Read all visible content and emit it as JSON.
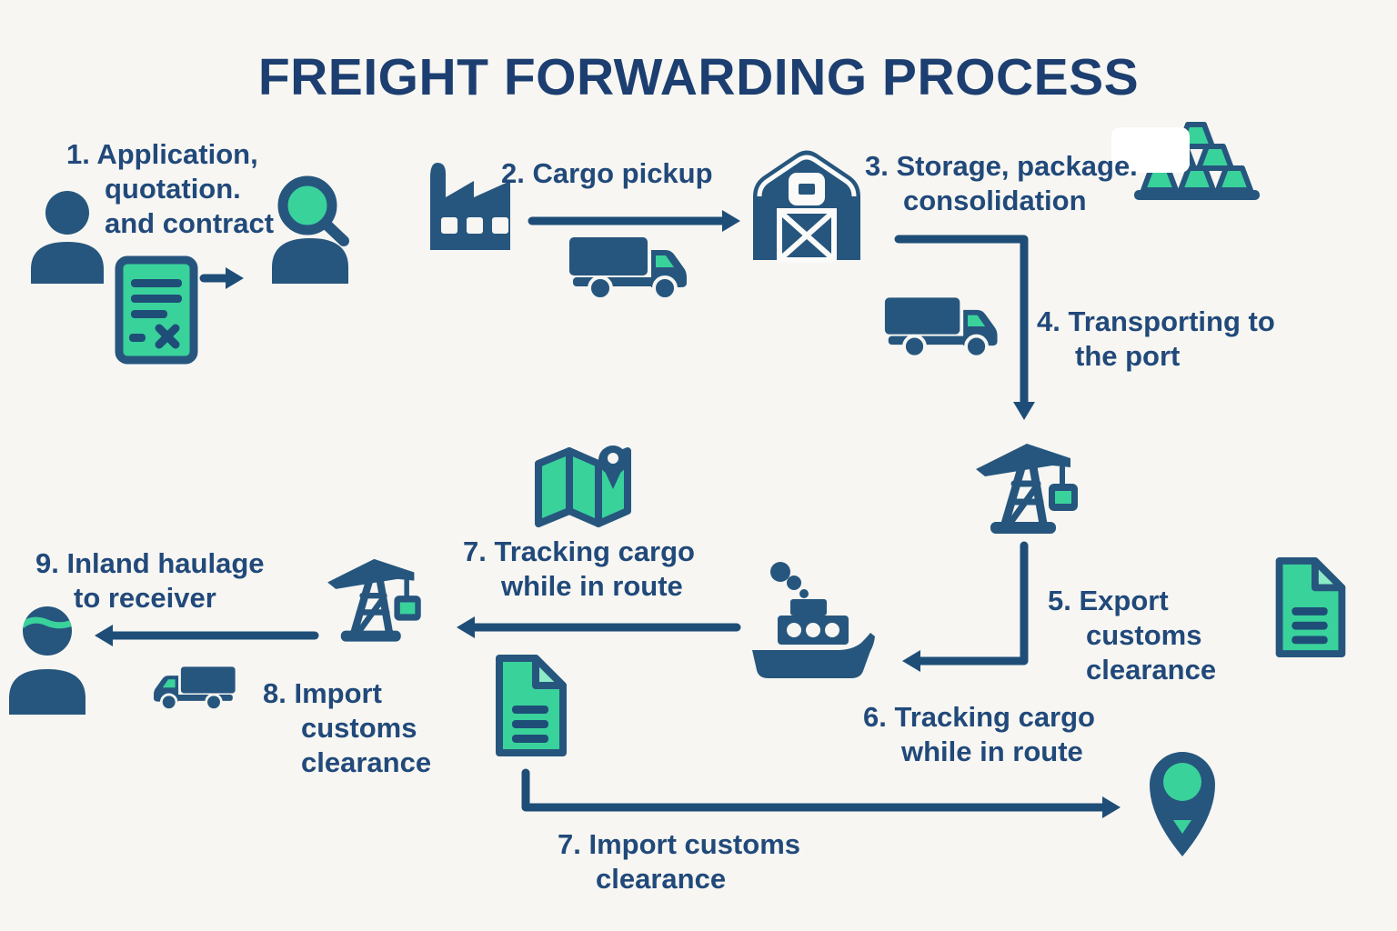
{
  "title": "FREIGHT FORWARDING PROCESS",
  "colors": {
    "background": "#f7f6f2",
    "navy_icon": "#26567e",
    "navy_text": "#21497a",
    "navy_title": "#1c3e70",
    "navy_arrow": "#1e4e78",
    "green": "#3ad29b",
    "green_light_fold": "#8deac6",
    "white_detail": "#fafaf8"
  },
  "steps": {
    "application": "1. Application,\nquotation.\nand contract",
    "cargo_pickup": "2. Cargo pickup",
    "storage": "3. Storage, package.\nconsolidation",
    "transport_port": "4. Transporting to\nthe port",
    "export_customs": "5. Export\ncustoms\nclearance",
    "tracking_sea": "6. Tracking cargo\nwhile in route",
    "tracking_route": "7. Tracking cargo\nwhile in route",
    "import_customs_8": "8. Import\ncustoms\nclearance",
    "inland_haulage": "9. Inland haulage\nto receiver",
    "import_customs_7": "7. Import customs\nclearance"
  },
  "icons": {
    "shipper": "person-icon",
    "contract": "contract-document-icon",
    "agent": "person-magnifier-icon",
    "factory": "factory-icon",
    "pickup_truck": "truck-icon",
    "warehouse": "barn-icon",
    "cargo_bars": "gold-ingots-icon",
    "port_truck": "truck-icon",
    "export_crane": "harbor-crane-icon",
    "ship": "cargo-ship-icon",
    "export_document": "document-icon",
    "tracking_map": "map-pin-icon",
    "import_crane": "harbor-crane-icon",
    "receiver": "receiver-person-icon",
    "delivery_truck": "truck-icon",
    "import_document": "document-icon",
    "destination": "location-pin-icon"
  }
}
